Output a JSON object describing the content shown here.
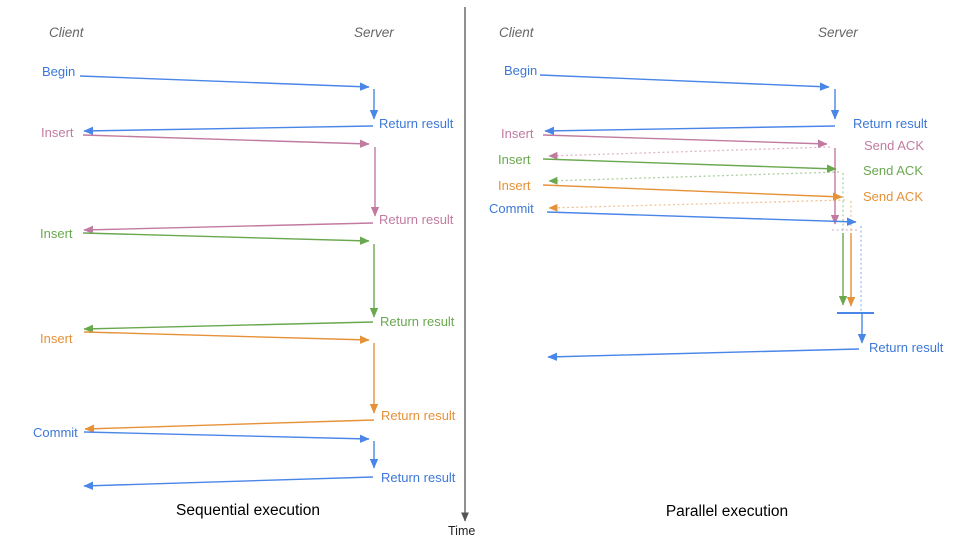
{
  "diagram_type": "sequence-diagram-comparison",
  "colors": {
    "blue": "#3c78d8",
    "blue_line": "#4a86e8",
    "pink": "#c27ba0",
    "green": "#6aa84f",
    "orange": "#e69138",
    "header_gray": "#666666",
    "time_axis": "#555555",
    "title_black": "#000000"
  },
  "left_panel": {
    "client_header": "Client",
    "server_header": "Server",
    "title": "Sequential execution",
    "messages": [
      {
        "label": "Begin",
        "color": "blue",
        "response": "Return result"
      },
      {
        "label": "Insert",
        "color": "pink",
        "response": "Return result"
      },
      {
        "label": "Insert",
        "color": "green",
        "response": "Return result"
      },
      {
        "label": "Insert",
        "color": "orange",
        "response": "Return result"
      },
      {
        "label": "Commit",
        "color": "blue",
        "response": "Return result"
      }
    ]
  },
  "right_panel": {
    "client_header": "Client",
    "server_header": "Server",
    "title": "Parallel execution",
    "messages": [
      {
        "label": "Begin",
        "color": "blue",
        "response": "Return result"
      },
      {
        "label": "Insert",
        "color": "pink",
        "response": "Send ACK"
      },
      {
        "label": "Insert",
        "color": "green",
        "response": "Send ACK"
      },
      {
        "label": "Insert",
        "color": "orange",
        "response": "Send ACK"
      },
      {
        "label": "Commit",
        "color": "blue",
        "response": "Return result"
      }
    ]
  },
  "time_axis": {
    "label": "Time"
  }
}
